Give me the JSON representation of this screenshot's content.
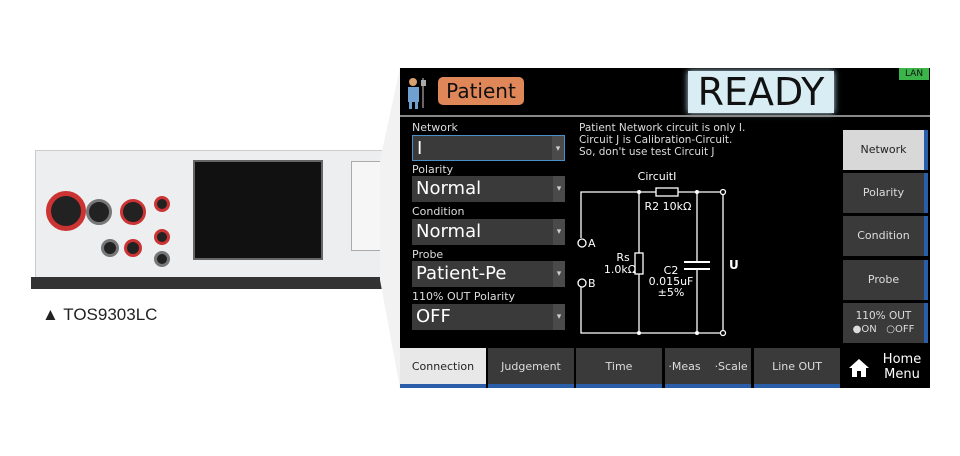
{
  "device_caption": "▲ TOS9303LC",
  "header": {
    "mode": "Patient",
    "status": "READY",
    "lan": "LAN"
  },
  "fields": [
    {
      "label": "Network",
      "value": "I"
    },
    {
      "label": "Polarity",
      "value": "Normal"
    },
    {
      "label": "Condition",
      "value": "Normal"
    },
    {
      "label": "Probe",
      "value": "Patient-Pe"
    },
    {
      "label": "110% OUT Polarity",
      "value": "OFF"
    }
  ],
  "note": [
    "Patient Network circuit is only I.",
    "Circuit J is Calibration-Circuit.",
    "So, don't use test Circuit J"
  ],
  "circuit": {
    "title": "CircuitI",
    "r2": "R2 10kΩ",
    "rs": "Rs",
    "rs_val": "1.0kΩ",
    "c2": "C2",
    "c2_val": "0.015uF",
    "c2_tol": "±5%",
    "a": "A",
    "b": "B",
    "u": "U"
  },
  "side_buttons": [
    "Network",
    "Polarity",
    "Condition",
    "Probe"
  ],
  "out110": {
    "label": "110% OUT",
    "on": "ON",
    "off": "OFF",
    "selected": "ON"
  },
  "tabs": [
    "Connection",
    "Judgement",
    "Time",
    "·Meas",
    "·Scale",
    "Line OUT"
  ],
  "home": {
    "line1": "Home",
    "line2": "Menu"
  }
}
